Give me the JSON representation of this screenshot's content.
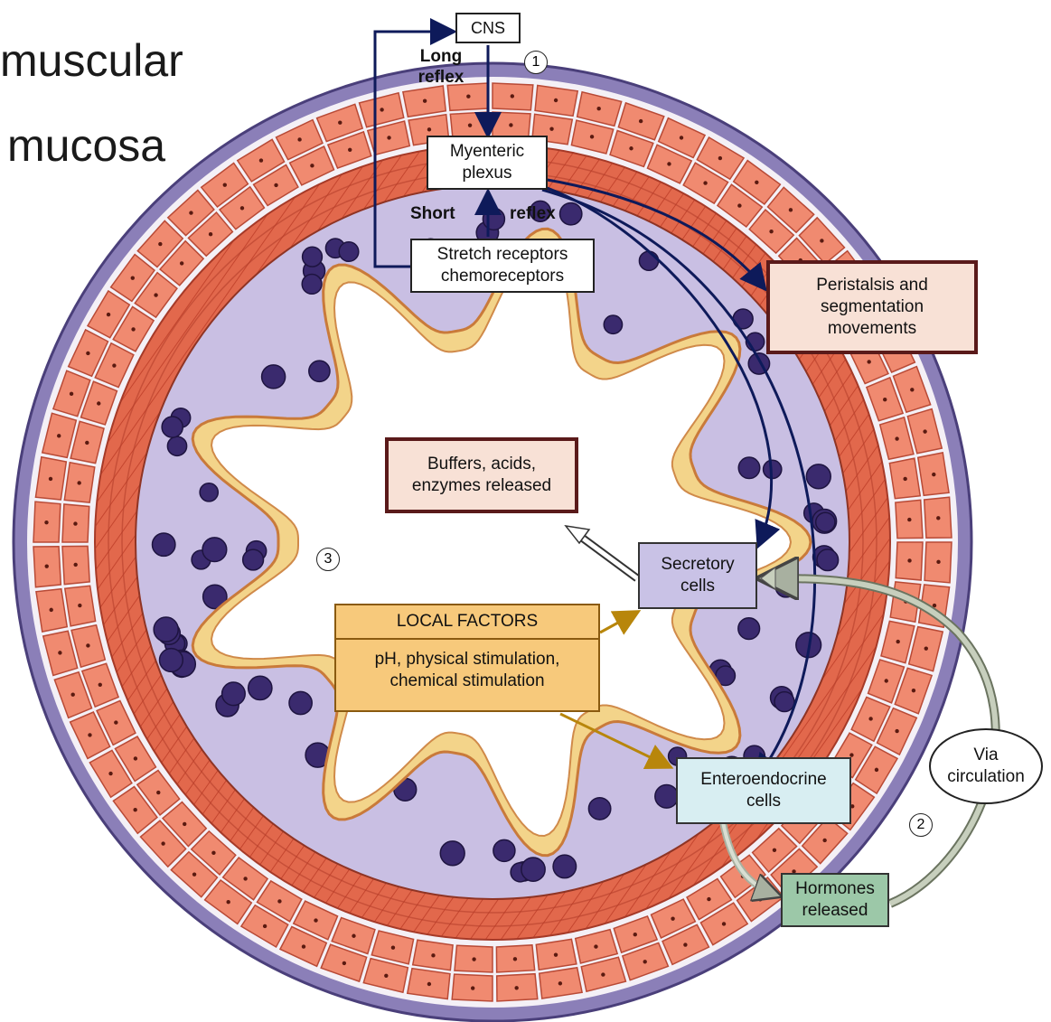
{
  "side_labels": {
    "muscular": "muscular",
    "mucosa": "mucosa"
  },
  "labels": {
    "cns": "CNS",
    "long_reflex": "Long\nreflex",
    "myenteric_plexus": "Myenteric\nplexus",
    "short_reflex_left": "Short",
    "short_reflex_right": "reflex",
    "stretch_receptors": "Stretch receptors\nchemoreceptors",
    "peristalsis": "Peristalsis and\nsegmentation\nmovements",
    "buffers": "Buffers, acids,\nenzymes released",
    "secretory_cells": "Secretory\ncells",
    "local_factors_title": "LOCAL FACTORS",
    "local_factors_body": "pH, physical stimulation,\nchemical stimulation",
    "enteroendocrine_cells": "Enteroendocrine\ncells",
    "via_circulation": "Via\ncirculation",
    "hormones_released": "Hormones\nreleased"
  },
  "step_numbers": {
    "one": "1",
    "two": "2",
    "three": "3"
  },
  "colors": {
    "outer_serosa": "#8b7fb8",
    "muscle_red": "#e0654a",
    "muscle_cell_fill": "#f08a70",
    "submucosa_lavender": "#c9bfe3",
    "villus_yellow": "#f3d48a",
    "dark_cells": "#3a2a6e",
    "local_factors_fill": "#f7c97b",
    "secretory_fill": "#c9c2e6",
    "enteroendocrine_fill": "#d8eef2",
    "hormones_fill": "#9cc8a8",
    "peristalsis_fill": "#f8e1d6",
    "box_border_dark": "#5a1a1a",
    "nerve_arrow": "#0e1a5a",
    "circulation_arrow": "#b8c2b0"
  }
}
